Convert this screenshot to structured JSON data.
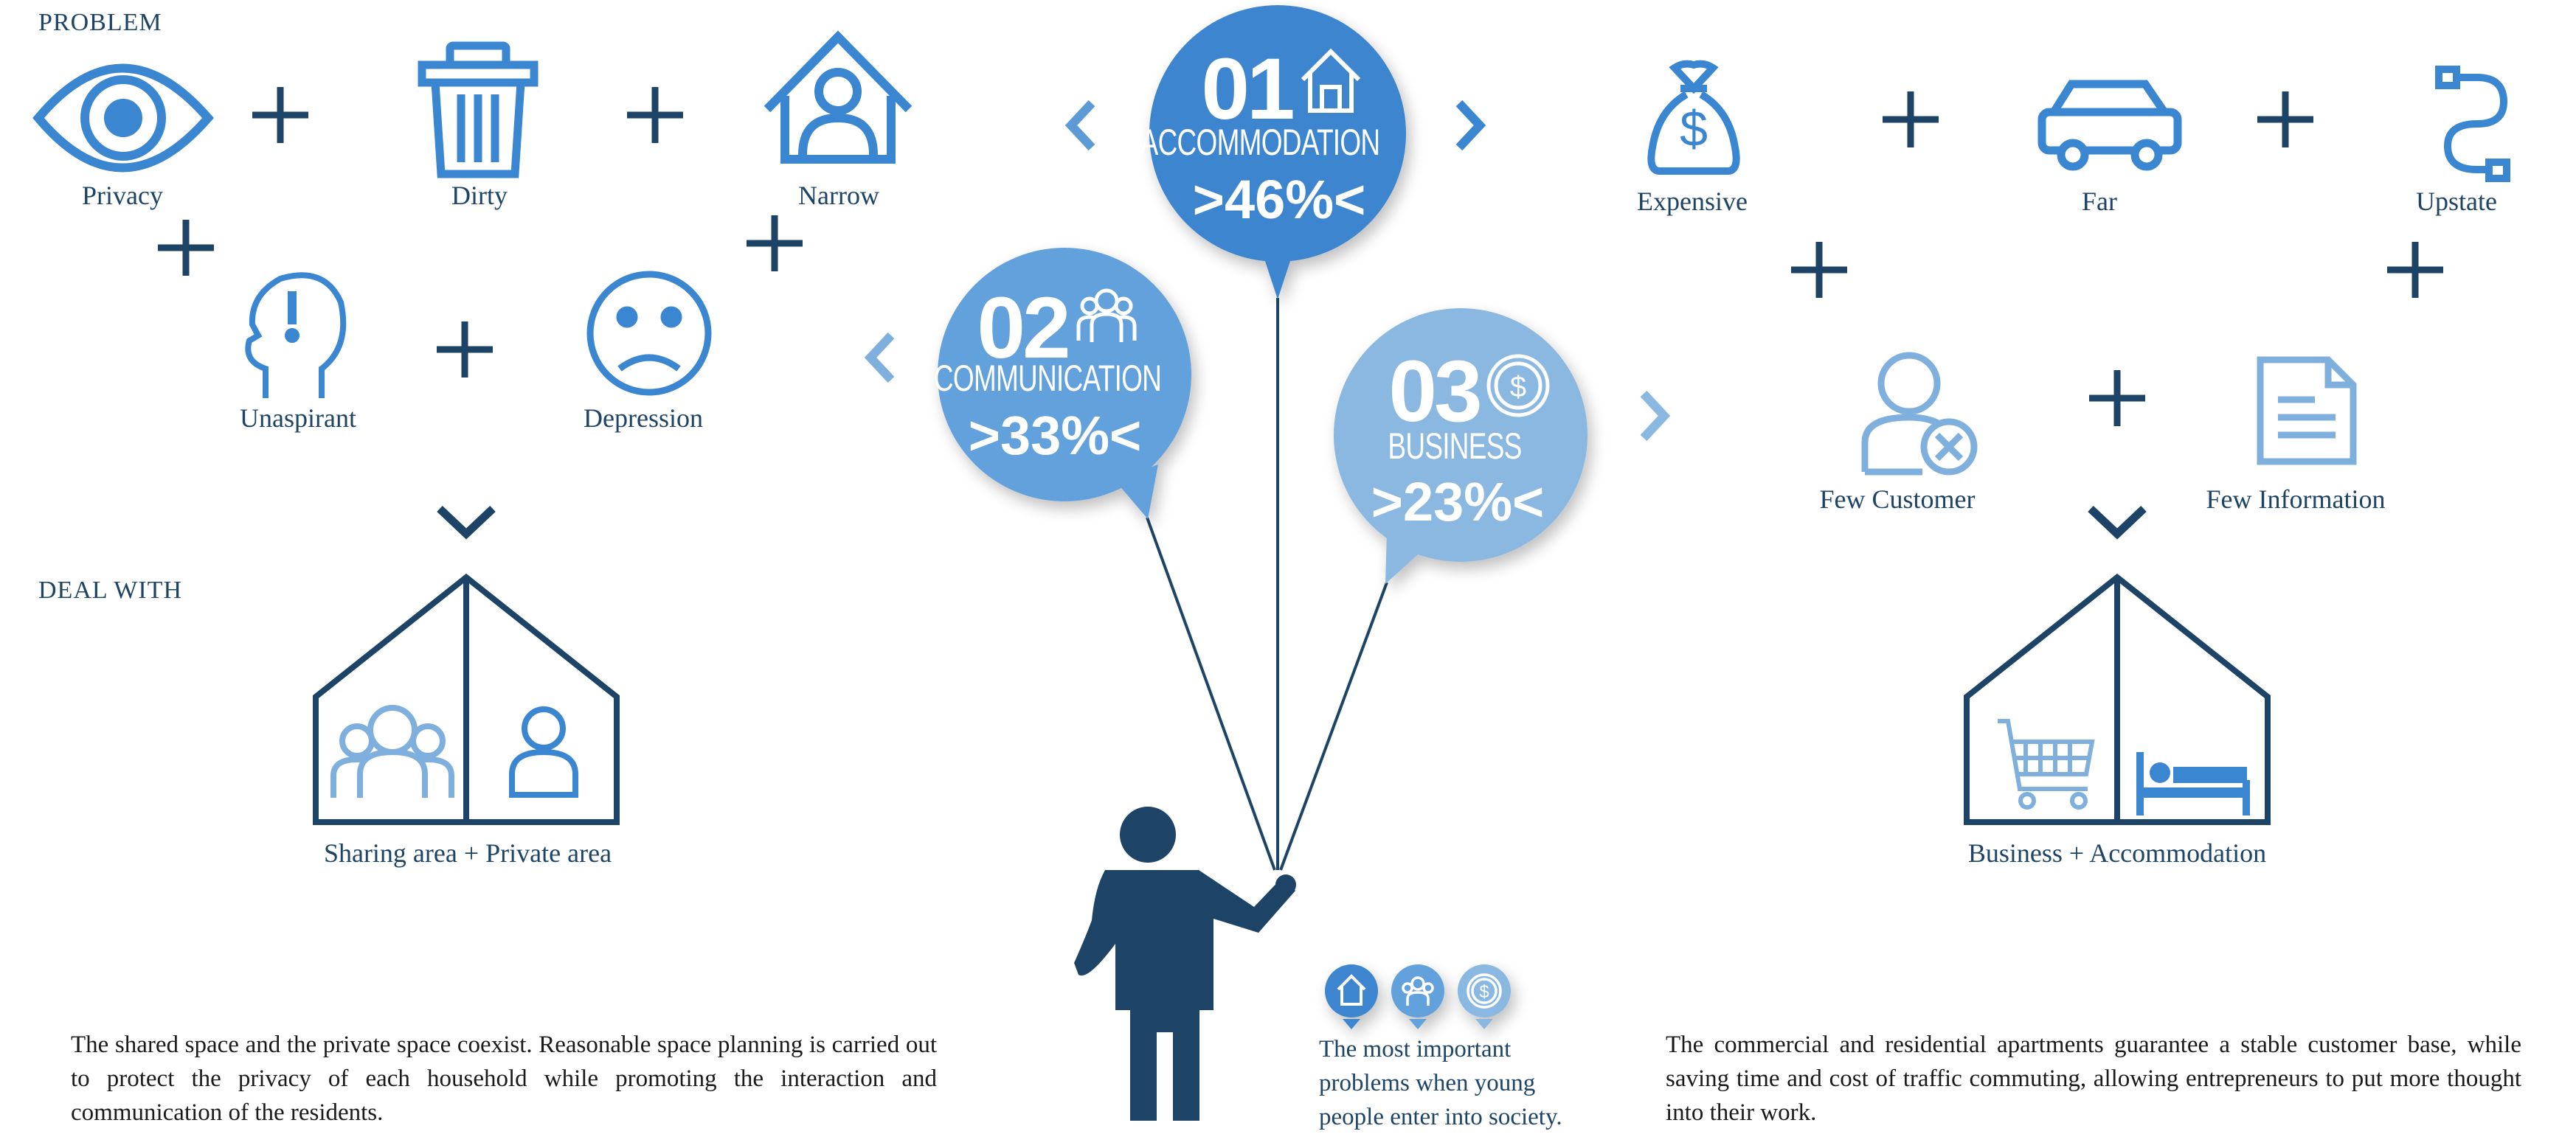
{
  "sections": {
    "problem": "PROBLEM",
    "deal_with": "DEAL WITH"
  },
  "left_problems": [
    {
      "label": "Privacy",
      "icon": "eye-icon"
    },
    {
      "label": "Dirty",
      "icon": "trash-icon"
    },
    {
      "label": "Narrow",
      "icon": "house-person-icon"
    },
    {
      "label": "Unaspirant",
      "icon": "head-exclamation-icon"
    },
    {
      "label": "Depression",
      "icon": "sad-face-icon"
    }
  ],
  "right_problems": [
    {
      "label": "Expensive",
      "icon": "money-bag-icon"
    },
    {
      "label": "Far",
      "icon": "car-icon"
    },
    {
      "label": "Upstate",
      "icon": "route-icon"
    },
    {
      "label": "Few Customer",
      "icon": "user-remove-icon"
    },
    {
      "label": "Few Information",
      "icon": "document-icon"
    }
  ],
  "left_solution": {
    "label": "Sharing area + Private area"
  },
  "right_solution": {
    "label": "Business + Accommodation"
  },
  "balloons": [
    {
      "number": "01",
      "label": "ACCOMMODATION",
      "percent": ">46%<",
      "icon": "house-icon",
      "color": "#3c86cf"
    },
    {
      "number": "02",
      "label": "COMMUNICATION",
      "percent": ">33%<",
      "icon": "group-icon",
      "color": "#62a1dc"
    },
    {
      "number": "03",
      "label": "BUSINESS",
      "percent": ">23%<",
      "icon": "coin-icon",
      "color": "#8ab8e0"
    }
  ],
  "legend": {
    "text_lines": [
      "The most important",
      "problems when young",
      "people enter into society."
    ],
    "icons": [
      "house-icon",
      "group-icon",
      "coin-icon"
    ]
  },
  "left_paragraph": "The shared space and the private space coexist. Reasonable space planning is carried out to protect the privacy of each household while promoting the interaction and communication of the residents.",
  "right_paragraph": "The commercial and residential apartments guarantee a stable customer base, while saving time and cost of traffic commuting, allowing entrepreneurs to put more thought into their work.",
  "colors": {
    "dark_navy": "#1d4467",
    "icon_blue": "#3a86d0",
    "balloon_1": "#3c86cf",
    "balloon_2": "#62a1dc",
    "balloon_3": "#8ab8e0",
    "pale_blue": "#7fb0dd"
  }
}
